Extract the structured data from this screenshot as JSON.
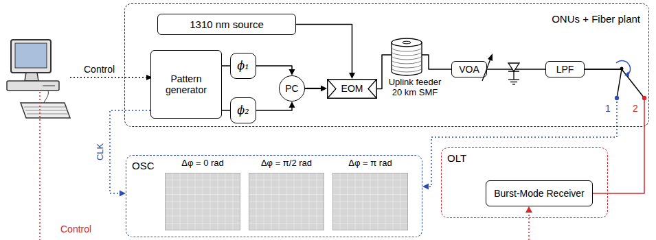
{
  "diagram": {
    "nodes": [
      {
        "text": [
          "ONUs + Fiber plant"
        ]
      },
      {
        "text": [
          "1310 nm source"
        ],
        "in": 0
      },
      {
        "text": [
          "Pattern generator"
        ],
        "in": 0
      },
      {
        "text": [
          "ϕ₁"
        ],
        "in": 0
      },
      {
        "text": [
          "ϕ₂"
        ],
        "in": 0
      },
      {
        "text": [
          "PC"
        ],
        "in": 0
      },
      {
        "text": [
          "EOM"
        ],
        "in": 0
      },
      {
        "text": [
          "VOA"
        ],
        "in": 0
      },
      {
        "text": [
          "LPF"
        ],
        "in": 0
      },
      {
        "text": [
          "OSC"
        ]
      },
      {
        "text": [
          "OLT"
        ]
      },
      {
        "text": [
          "Burst-Mode Receiver"
        ],
        "in": 10
      }
    ],
    "edges": [
      {
        "from": 1,
        "to": 6,
        "arrow": "to"
      },
      {
        "from": 2,
        "to": 3,
        "arrow": "none"
      },
      {
        "from": 2,
        "to": 4,
        "arrow": "none"
      },
      {
        "from": 3,
        "to": 5,
        "arrow": "to"
      },
      {
        "from": 4,
        "to": 5,
        "arrow": "to"
      },
      {
        "from": 5,
        "to": 6,
        "arrow": "to"
      },
      {
        "from": 6,
        "to": 7,
        "arrow": "none"
      },
      {
        "from": 7,
        "to": 8,
        "arrow": "none"
      },
      {
        "from": 8,
        "to": 9,
        "arrow": "to"
      },
      {
        "from": 8,
        "to": 11,
        "arrow": "none"
      },
      {
        "from": 2,
        "to": 9,
        "label": "CLK",
        "arrow": "to"
      }
    ],
    "labels": [
      "Control",
      "Uplink feeder 20 km SMF",
      "1",
      "2",
      "Δφ = 0 rad",
      "Δφ = π/2 rad",
      "Δφ = π rad",
      "Control"
    ]
  }
}
